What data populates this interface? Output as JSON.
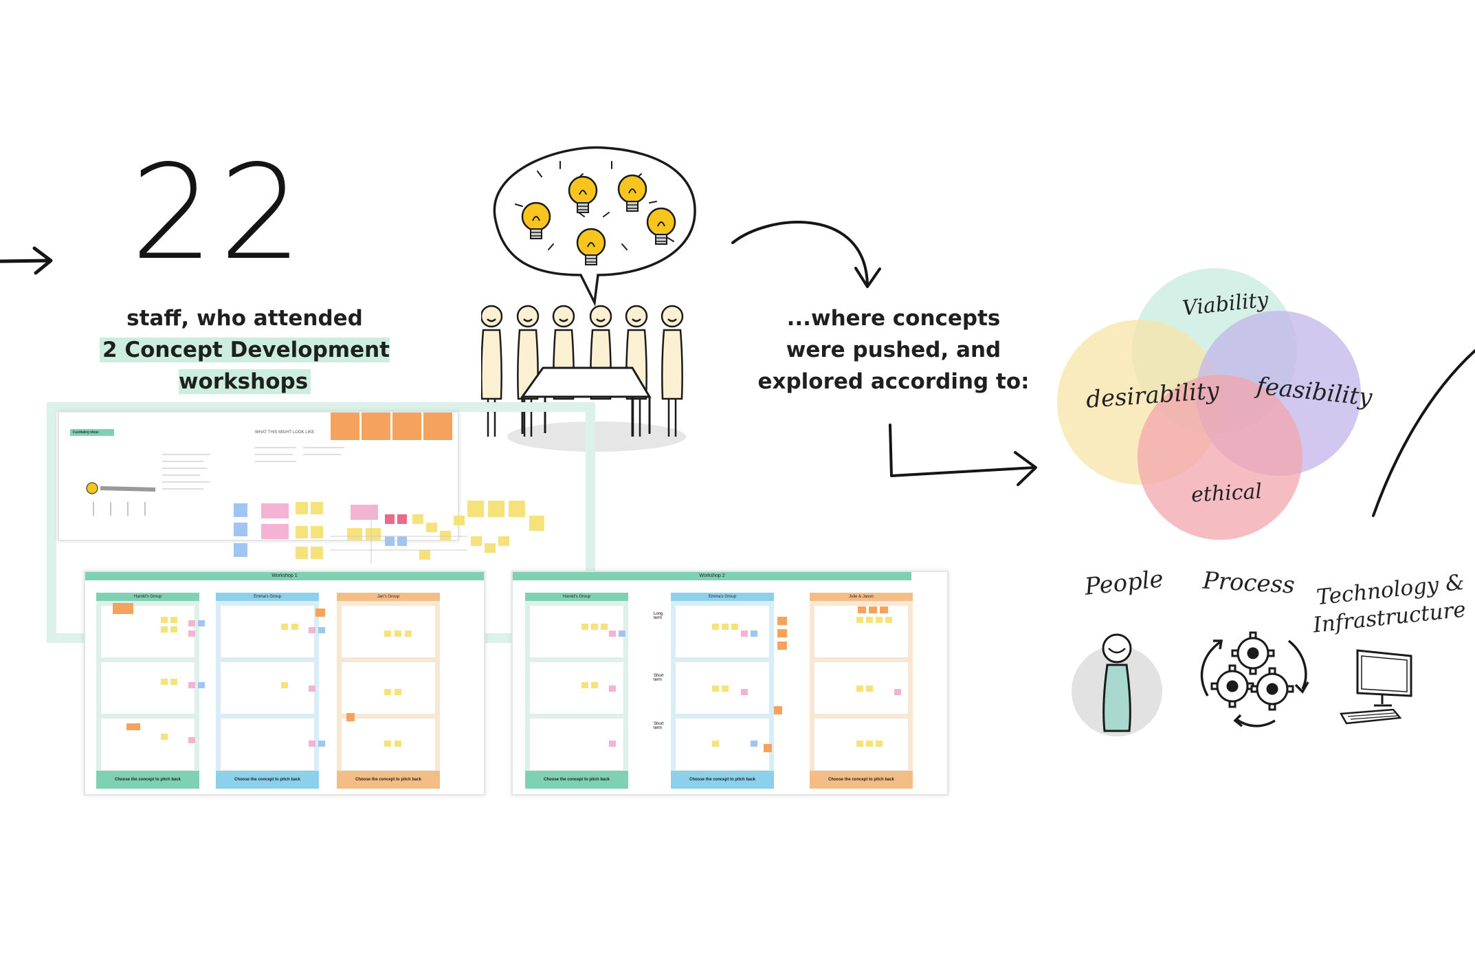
{
  "stats": {
    "staff_count": "22",
    "caption_line1": "staff, who attended",
    "caption_highlight": "2 Concept Development workshops"
  },
  "explore": {
    "line1": "...where concepts",
    "line2": "were pushed, and",
    "line3": "explored according to:"
  },
  "venn": {
    "viability": "Viability",
    "desirability": "desirability",
    "feasibility": "feasibility",
    "ethical": "ethical",
    "colors": {
      "viability": "#c5ebdf",
      "desirability": "#f8e4a8",
      "feasibility": "#c3b6ea",
      "ethical": "#f2a6ae"
    }
  },
  "pillars": {
    "people": "People",
    "process": "Process",
    "tech_line1": "Technology &",
    "tech_line2": "Infrastructure"
  },
  "workshops": {
    "board1_title": "Workshop 1",
    "board2_title": "Workshop 2",
    "board1_groups": [
      "Harold's Group",
      "Emma's Group",
      "Jan's Group"
    ],
    "board2_groups": [
      "Harold's Group",
      "Emma's Group",
      "Julie & Jason"
    ],
    "footer": "Choose the concept to pitch back",
    "side_labels": [
      "Long term",
      "Short term",
      "Short term"
    ],
    "top_board_title": "Facilitating Ideas",
    "top_board_heading": "WHAT THIS MIGHT LOOK LIKE"
  }
}
